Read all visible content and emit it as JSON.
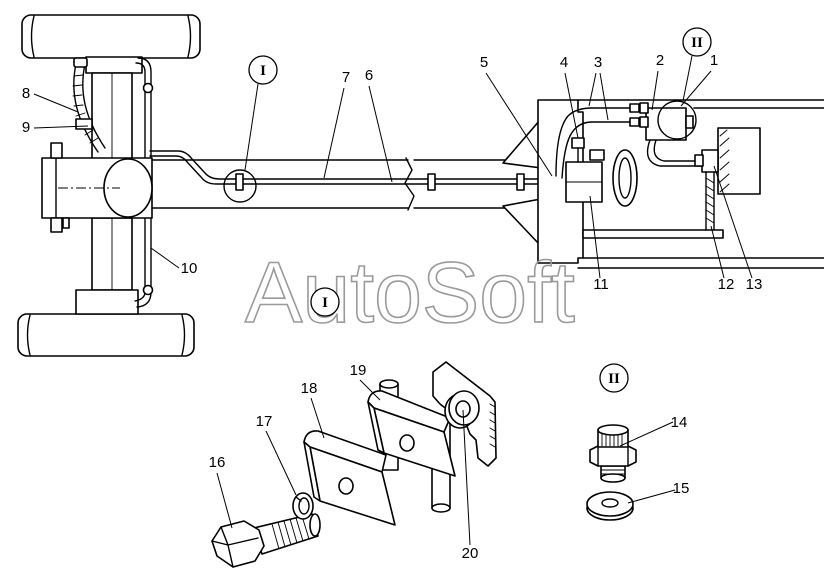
{
  "watermark": "AutoSoft",
  "colors": {
    "ink": "#000000",
    "background": "#ffffff",
    "watermark": "#9a9a9a"
  },
  "view_markers": {
    "top_I": "I",
    "top_II": "II",
    "detail_I": "I",
    "detail_II": "II"
  },
  "callouts": {
    "c1": "1",
    "c2": "2",
    "c3": "3",
    "c4": "4",
    "c5": "5",
    "c6": "6",
    "c7": "7",
    "c8": "8",
    "c9": "9",
    "c10": "10",
    "c11": "11",
    "c12": "12",
    "c13": "13",
    "c14": "14",
    "c15": "15",
    "c16": "16",
    "c17": "17",
    "c18": "18",
    "c19": "19",
    "c20": "20"
  }
}
